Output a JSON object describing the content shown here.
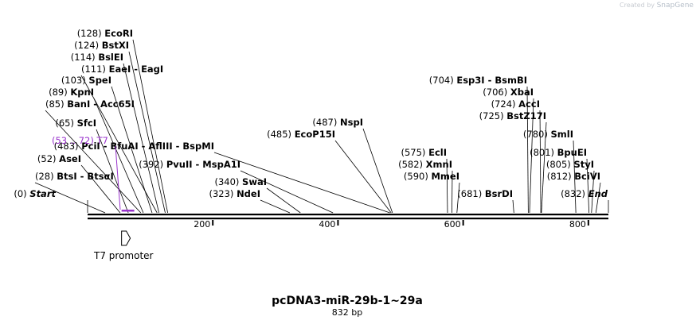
{
  "brand": {
    "prefix": "Created by",
    "name": "SnapGene"
  },
  "title": "pcDNA3-miR-29b-1~29a",
  "length_label": "832 bp",
  "ticks": [
    {
      "pos": 200,
      "label": "200"
    },
    {
      "pos": 400,
      "label": "400"
    },
    {
      "pos": 600,
      "label": "600"
    },
    {
      "pos": 800,
      "label": "800"
    }
  ],
  "features": [
    {
      "name": "T7 promoter",
      "start": 53,
      "end": 72,
      "direction": "forward",
      "color": "#ffffff"
    }
  ],
  "primer": {
    "range": "(53 .. 72)",
    "name": "T7",
    "color": "#9933cc"
  },
  "sites": [
    {
      "pos": "(0)",
      "name": "Start",
      "style": "italic",
      "at": 0
    },
    {
      "pos": "(28)",
      "name": "BtsI - BtsαI",
      "at": 28
    },
    {
      "pos": "(52)",
      "name": "AseI",
      "at": 52
    },
    {
      "pos": "(65)",
      "name": "SfcI",
      "at": 65
    },
    {
      "pos": "(85)",
      "name": "BanI - Acc65I",
      "at": 85
    },
    {
      "pos": "(89)",
      "name": "KpnI",
      "at": 89
    },
    {
      "pos": "(103)",
      "name": "SpeI",
      "at": 103
    },
    {
      "pos": "(111)",
      "name": "EaeI - EagI",
      "at": 111
    },
    {
      "pos": "(114)",
      "name": "BslEI",
      "at": 114
    },
    {
      "pos": "(124)",
      "name": "BstXI",
      "at": 124
    },
    {
      "pos": "(128)",
      "name": "EcoRI",
      "at": 128
    },
    {
      "pos": "(323)",
      "name": "NdeI",
      "at": 323
    },
    {
      "pos": "(340)",
      "name": "SwaI",
      "at": 340
    },
    {
      "pos": "(392)",
      "name": "PvuII - MspA1I",
      "at": 392
    },
    {
      "pos": "(483)",
      "name": "PciI - BfuAI - AflIII - BspMI",
      "at": 483
    },
    {
      "pos": "(485)",
      "name": "EcoP15I",
      "at": 485
    },
    {
      "pos": "(487)",
      "name": "NspI",
      "at": 487
    },
    {
      "pos": "(575)",
      "name": "EclI",
      "at": 575
    },
    {
      "pos": "(582)",
      "name": "XmnI",
      "at": 582
    },
    {
      "pos": "(590)",
      "name": "MmeI",
      "at": 590
    },
    {
      "pos": "(681)",
      "name": "BsrDI",
      "at": 681
    },
    {
      "pos": "(704)",
      "name": "Esp3I - BsmBI",
      "at": 704
    },
    {
      "pos": "(706)",
      "name": "XbaI",
      "at": 706
    },
    {
      "pos": "(724)",
      "name": "AccI",
      "at": 724
    },
    {
      "pos": "(725)",
      "name": "BstZ17I",
      "at": 725
    },
    {
      "pos": "(780)",
      "name": "SmlI",
      "at": 780
    },
    {
      "pos": "(801)",
      "name": "BpuEI",
      "at": 801
    },
    {
      "pos": "(805)",
      "name": "StyI",
      "at": 805
    },
    {
      "pos": "(812)",
      "name": "BciVI",
      "at": 812
    },
    {
      "pos": "(832)",
      "name": "End",
      "style": "italic",
      "at": 832
    }
  ]
}
